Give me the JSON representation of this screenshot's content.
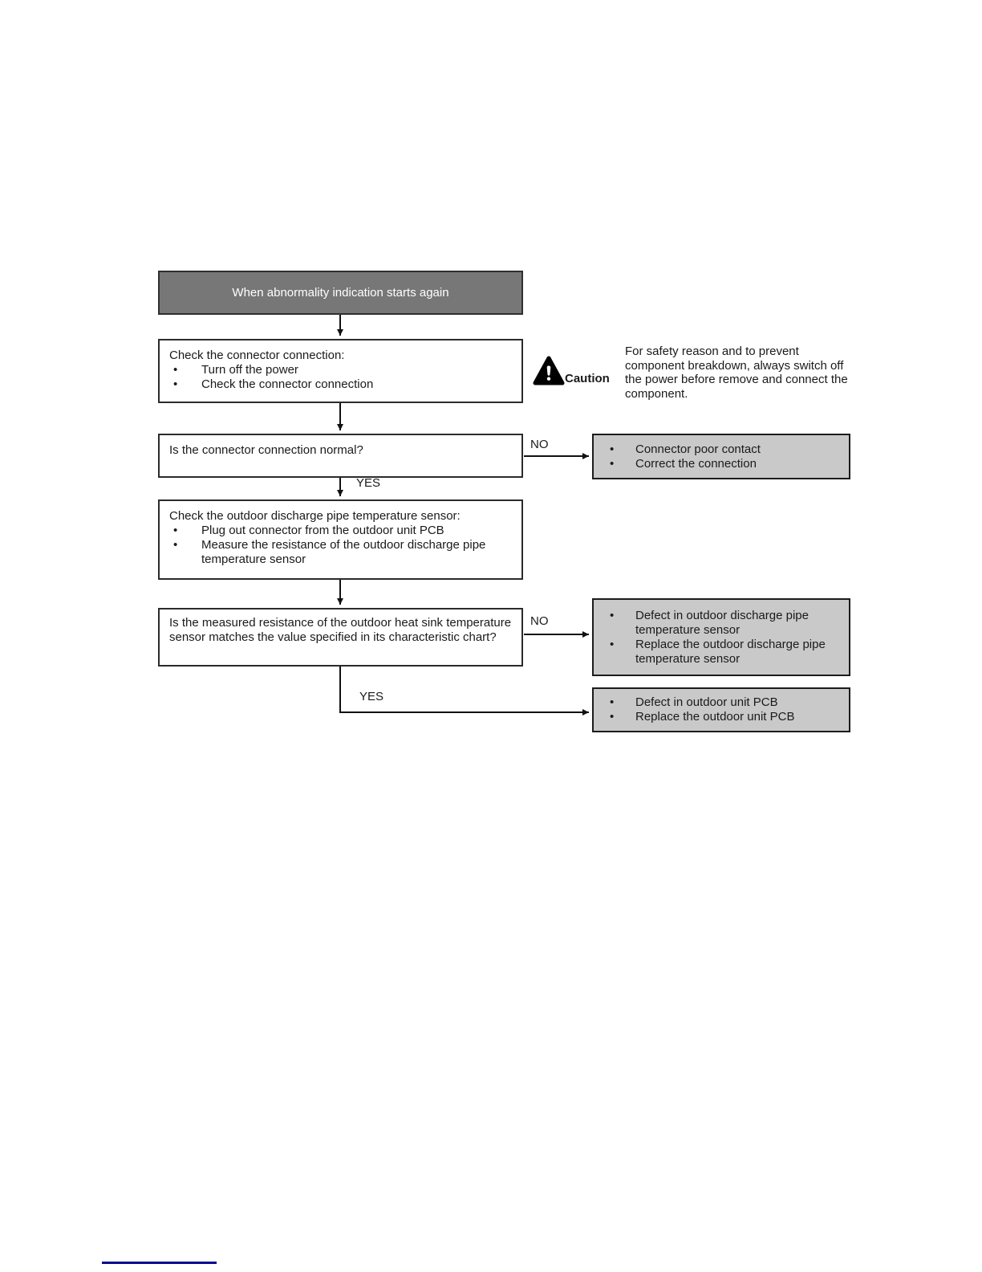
{
  "colors": {
    "start_node_bg": "#777777",
    "start_node_text": "#ffffff",
    "callout_bg": "#c9c9c9",
    "box_border": "#2b2b2b",
    "footer_rule": "#0a0a8e"
  },
  "nodes": {
    "start": {
      "label": "When abnormality indication starts again"
    },
    "check_connector": {
      "title": "Check the connector connection:",
      "bullets": [
        "Turn off the power",
        "Check the connector connection"
      ]
    },
    "q_connector": {
      "text": "Is the connector connection normal?"
    },
    "callout_connector": {
      "bullets": [
        "Connector poor contact",
        "Correct the connection"
      ]
    },
    "check_sensor": {
      "title": "Check the outdoor discharge pipe temperature sensor:",
      "bullets": [
        "Plug out connector from the outdoor unit PCB",
        "Measure the resistance of the outdoor discharge pipe temperature sensor"
      ]
    },
    "q_resistance": {
      "text": "Is the measured resistance of the outdoor heat sink temperature sensor matches the value specified in its characteristic chart?"
    },
    "callout_sensor": {
      "bullets": [
        "Defect in outdoor discharge pipe temperature sensor",
        "Replace the outdoor discharge pipe temperature sensor"
      ]
    },
    "callout_pcb": {
      "bullets": [
        "Defect in outdoor unit PCB",
        "Replace the outdoor unit PCB"
      ]
    }
  },
  "edges": {
    "no_1": "NO",
    "yes_1": "YES",
    "no_2": "NO",
    "yes_2": "YES"
  },
  "caution": {
    "icon": "warning-triangle-icon",
    "label": "Caution",
    "text": "For safety reason and to prevent component breakdown, always switch off the power before remove and connect the component."
  }
}
